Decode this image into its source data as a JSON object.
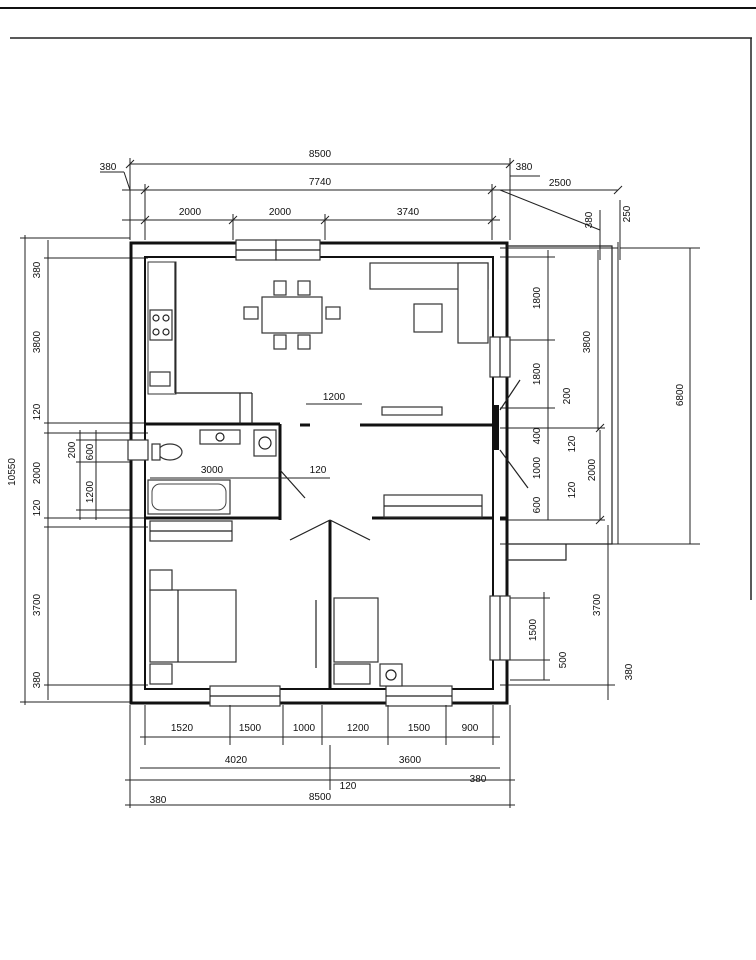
{
  "dimensions": {
    "top": {
      "overall": "8500",
      "inner": "7740",
      "wall_left": "380",
      "wall_right": "380",
      "seg_a": "2000",
      "seg_b": "2000",
      "seg_c": "3740",
      "terrace": "2500",
      "small_380": "380",
      "small_250": "250"
    },
    "left": {
      "overall": "10550",
      "top_wall": "380",
      "kitchen": "3800",
      "wall_120a": "120",
      "bath_top_200": "200",
      "bath_600": "600",
      "bath_2000": "2000",
      "bath_1200": "1200",
      "wall_120b": "120",
      "bedroom": "3700",
      "bottom_wall": "380"
    },
    "right": {
      "win_1800": "1800",
      "terrace_3800": "3800",
      "terrace_6800": "6800",
      "pier_1800": "1800",
      "pier_200": "200",
      "pier_400": "400",
      "pier_120a": "120",
      "pier_1000": "1000",
      "pier_2000": "2000",
      "pier_120b": "120",
      "pier_600": "600",
      "bed_3700": "3700",
      "win_1500": "1500",
      "win_500": "500",
      "bottom_380": "380"
    },
    "interior": {
      "door_1200": "1200",
      "bath_3000": "3000",
      "wall_120": "120"
    },
    "bottom": {
      "seg_1520": "1520",
      "seg_1500a": "1500",
      "seg_1000": "1000",
      "seg_1200": "1200",
      "seg_1500b": "1500",
      "seg_900": "900",
      "left_4020": "4020",
      "right_3600": "3600",
      "wall_380l": "380",
      "wall_120": "120",
      "wall_380r": "380",
      "overall": "8500"
    }
  }
}
